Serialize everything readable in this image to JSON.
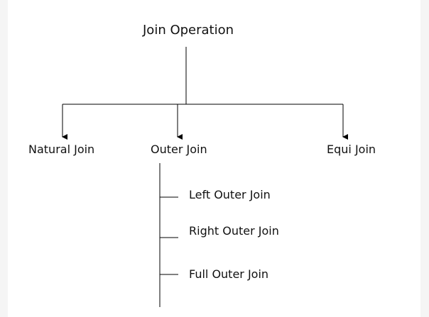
{
  "diagram": {
    "root": {
      "label": "Join Operation"
    },
    "children": [
      {
        "label": "Natural Join"
      },
      {
        "label": "Outer Join"
      },
      {
        "label": "Equi Join"
      }
    ],
    "outer_join_types": [
      {
        "label": "Left Outer Join"
      },
      {
        "label": "Right Outer Join"
      },
      {
        "label": "Full Outer Join"
      }
    ]
  },
  "colors": {
    "page_background": "#f5f5f5",
    "canvas_background": "#ffffff",
    "line": "#000000",
    "text": "#111111"
  }
}
